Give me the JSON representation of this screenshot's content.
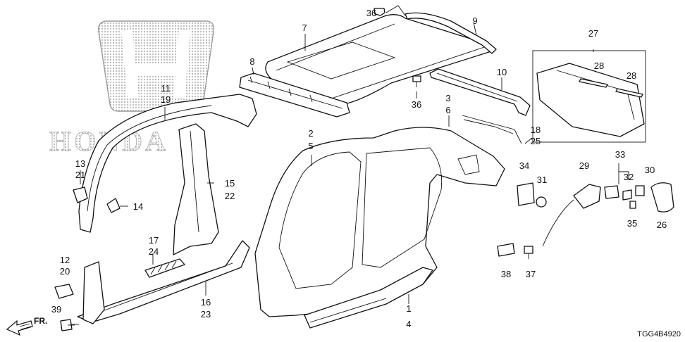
{
  "labels": {
    "l1": "1",
    "l4": "4",
    "l2": "2",
    "l5": "5",
    "l3": "3",
    "l6": "6",
    "l7": "7",
    "l8": "8",
    "l9": "9",
    "l10": "10",
    "l11": "11",
    "l19": "19",
    "l12": "12",
    "l20": "20",
    "l13": "13",
    "l21": "21",
    "l14": "14",
    "l15": "15",
    "l22": "22",
    "l16": "16",
    "l23": "23",
    "l17": "17",
    "l24": "24",
    "l18": "18",
    "l25": "25",
    "l26": "26",
    "l27": "27",
    "l28a": "28",
    "l28b": "28",
    "l29": "29",
    "l30": "30",
    "l31": "31",
    "l32": "32",
    "l33": "33",
    "l34": "34",
    "l35": "35",
    "l36a": "36",
    "l36b": "36",
    "l37": "37",
    "l38": "38",
    "l39": "39"
  },
  "direction_label": "FR.",
  "diagram_code": "TGG4B4920",
  "watermark_text": "HONDA",
  "colors": {
    "line": "#111111",
    "watermark": "#9a9a9a",
    "background": "#ffffff"
  }
}
